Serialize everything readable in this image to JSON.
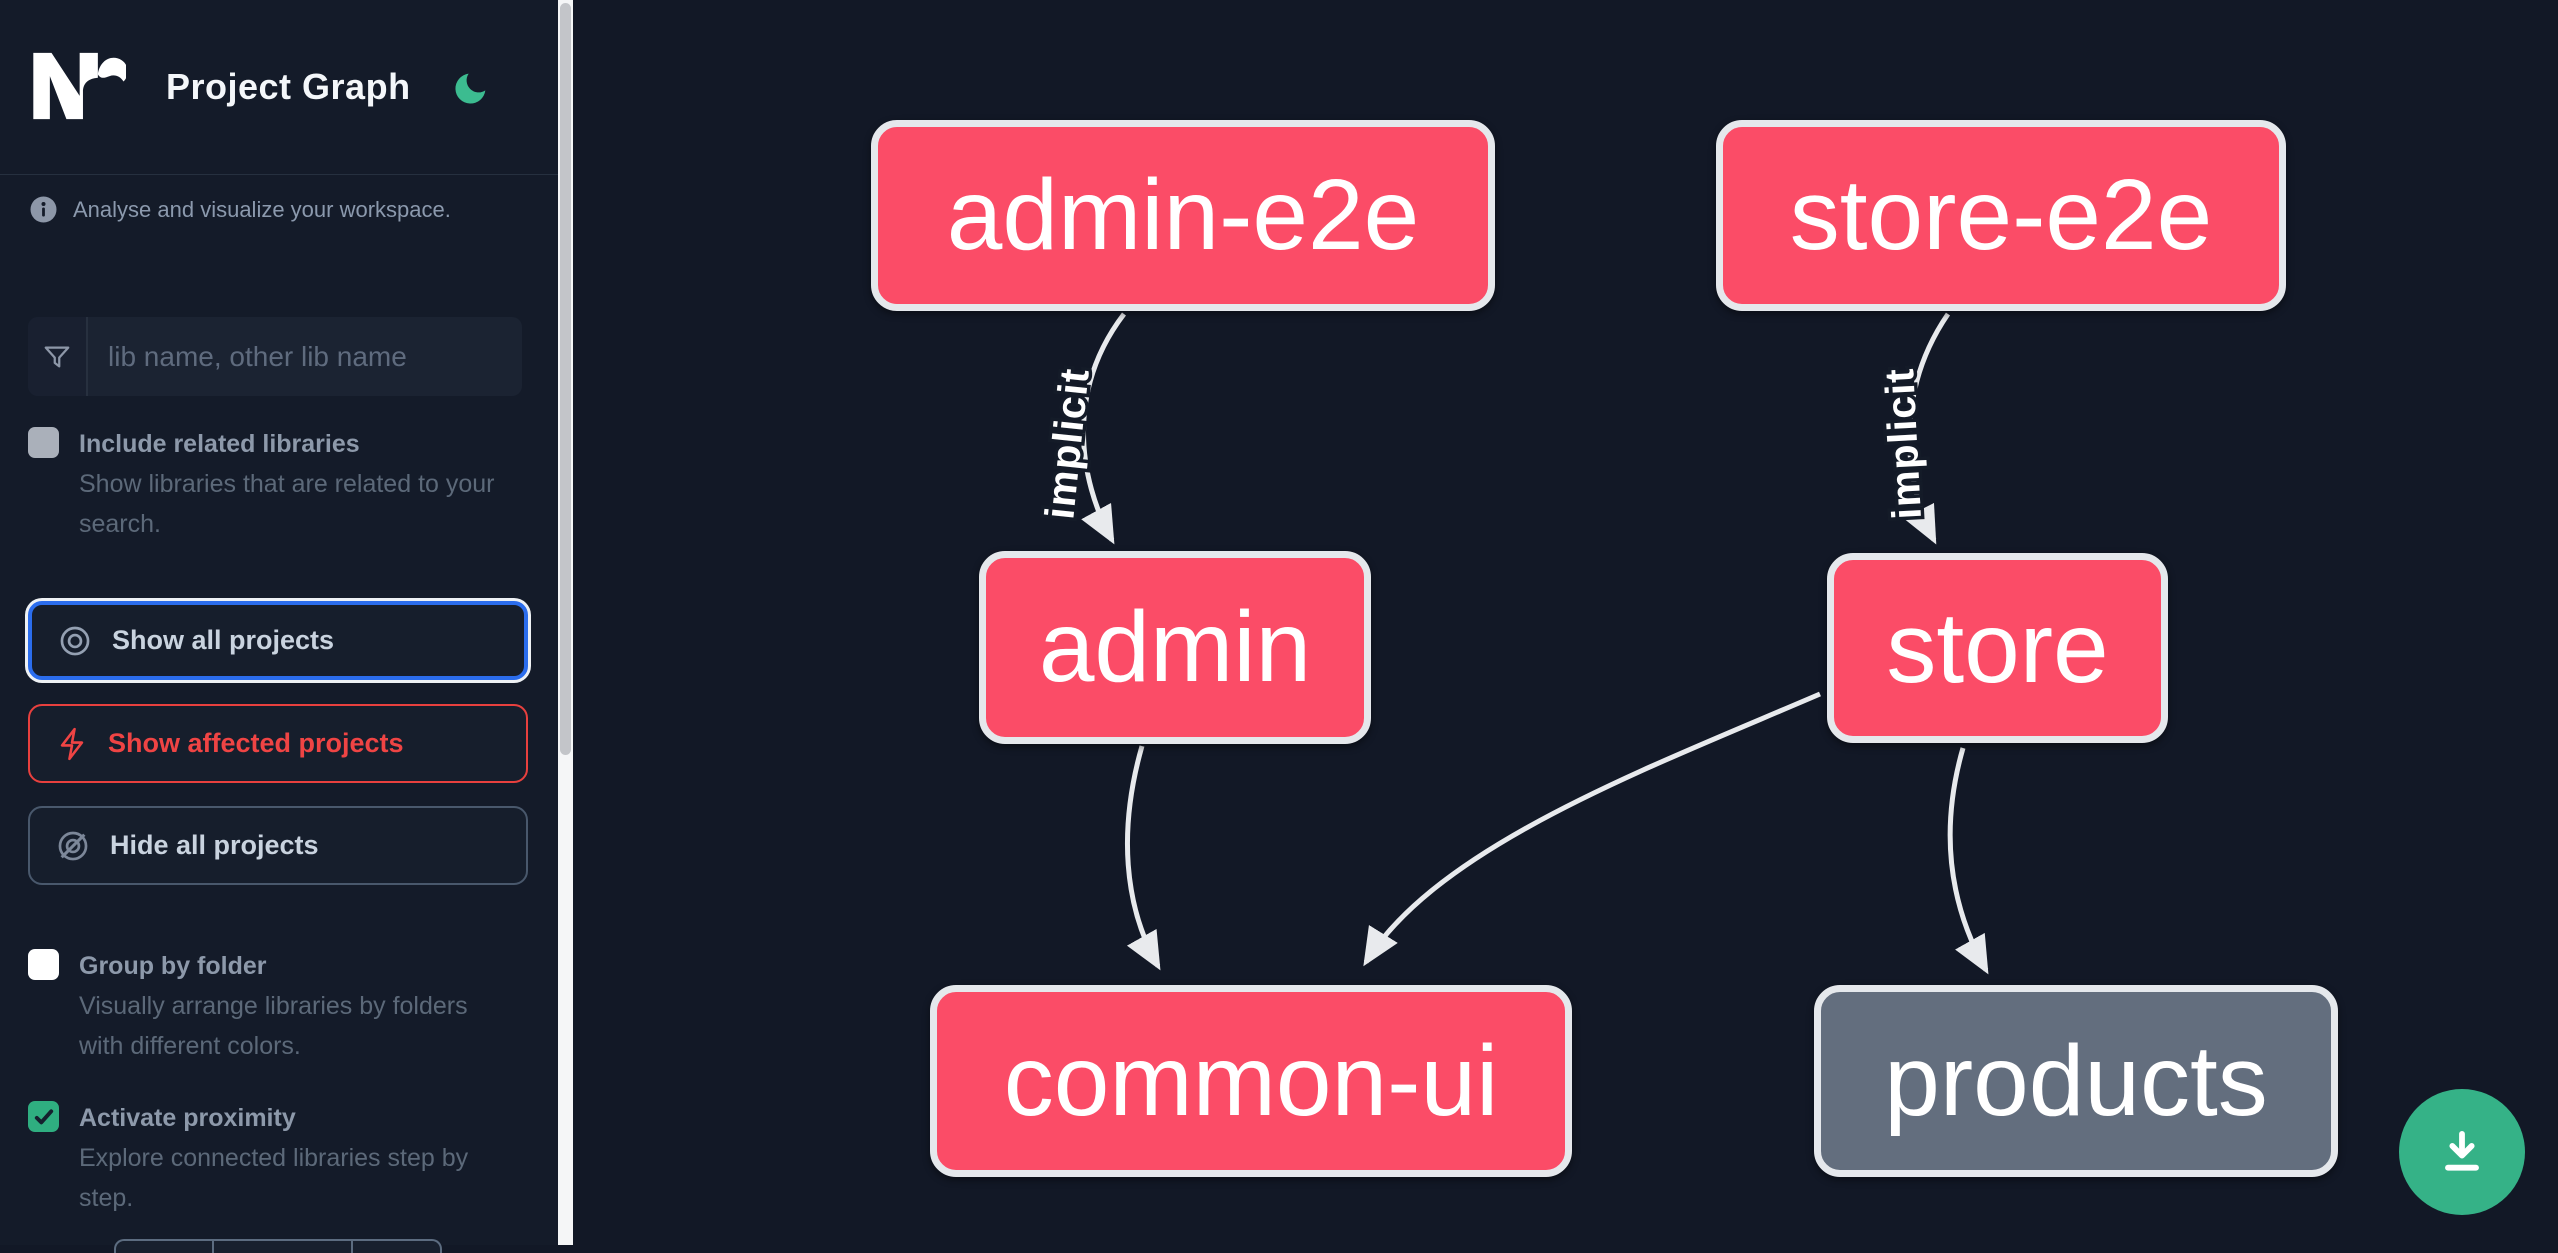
{
  "header": {
    "title": "Project Graph",
    "theme_toggle_icon": "moon-icon"
  },
  "sidebar": {
    "tagline": "Analyse and visualize your workspace.",
    "search": {
      "placeholder": "lib name, other lib name",
      "value": "",
      "icon": "funnel-icon"
    },
    "toggles": [
      {
        "label": "Include related libraries",
        "description": "Show libraries that are related to your search.",
        "checked": false
      },
      {
        "label": "Group by folder",
        "description": "Visually arrange libraries by folders with different colors.",
        "checked": false
      },
      {
        "label": "Activate proximity",
        "description": "Explore connected libraries step by step.",
        "checked": true
      }
    ],
    "actions": [
      {
        "label": "Show all projects",
        "icon": "eye-icon",
        "state": "focused"
      },
      {
        "label": "Show affected projects",
        "icon": "bolt-icon",
        "state": "affected"
      },
      {
        "label": "Hide all projects",
        "icon": "eye-off-icon",
        "state": "default"
      }
    ]
  },
  "graph": {
    "nodes": [
      {
        "id": "admin-e2e",
        "label": "admin-e2e",
        "type": "affected"
      },
      {
        "id": "store-e2e",
        "label": "store-e2e",
        "type": "affected"
      },
      {
        "id": "admin",
        "label": "admin",
        "type": "affected"
      },
      {
        "id": "store",
        "label": "store",
        "type": "affected"
      },
      {
        "id": "common-ui",
        "label": "common-ui",
        "type": "affected"
      },
      {
        "id": "products",
        "label": "products",
        "type": "plain"
      }
    ],
    "edges": [
      {
        "from": "admin-e2e",
        "to": "admin",
        "label": "implicit"
      },
      {
        "from": "store-e2e",
        "to": "store",
        "label": "implicit"
      },
      {
        "from": "admin",
        "to": "common-ui",
        "label": ""
      },
      {
        "from": "store",
        "to": "common-ui",
        "label": ""
      },
      {
        "from": "store",
        "to": "products",
        "label": ""
      }
    ]
  },
  "fab": {
    "icon": "download-icon"
  },
  "colors": {
    "background": "#121826",
    "sidebar_background": "#141b29",
    "node_affected": "#fb4c67",
    "node_plain": "#636e7e",
    "node_border": "#e5e8ec",
    "edge": "#e8eaed",
    "accent_blue": "#2b6ded",
    "accent_red": "#ef4444",
    "accent_green": "#35b287"
  }
}
